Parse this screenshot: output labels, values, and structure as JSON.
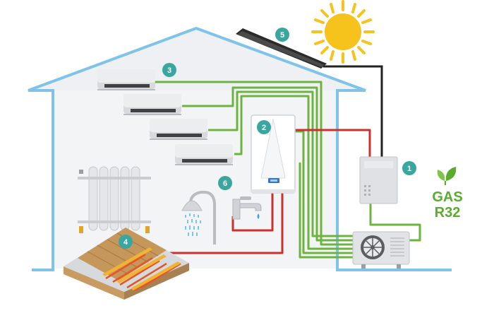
{
  "colors": {
    "house_outline": "#7fc3ea",
    "house_fill": "#f3f4f6",
    "refrigerant_line": "#6db33f",
    "hot_water_line": "#c8312f",
    "solar_line": "#222222",
    "badge": "#3aa6a0",
    "sun": "#f6c21c",
    "gas_label": "#5aab2e"
  },
  "badges": [
    {
      "number": "1"
    },
    {
      "number": "2"
    },
    {
      "number": "3"
    },
    {
      "number": "4"
    },
    {
      "number": "5"
    },
    {
      "number": "6"
    }
  ],
  "gas_label": {
    "line1": "GAS",
    "line2": "R32",
    "icon": "leaves-icon"
  },
  "icons": [
    "sun-icon",
    "solar-panel-icon",
    "wall-unit-icon",
    "boiler-icon",
    "outdoor-unit-icon",
    "radiator-icon",
    "shower-icon",
    "faucet-icon",
    "floor-heating-icon"
  ]
}
